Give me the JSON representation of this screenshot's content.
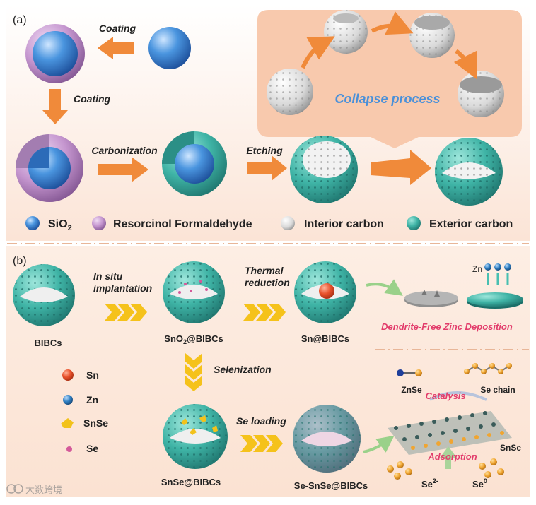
{
  "panel_a": {
    "label": "(a)",
    "step_coating_1": "Coating",
    "step_coating_2": "Coating",
    "step_carbonization": "Carbonization",
    "step_etching": "Etching",
    "collapse_label": "Collapse process",
    "legend": [
      {
        "label": "SiO",
        "sub": "2",
        "color": "#3e8ad6"
      },
      {
        "label": "Resorcinol Formaldehyde",
        "sub": "",
        "color": "#c596cf"
      },
      {
        "label": "Interior carbon",
        "sub": "",
        "color": "#eeeeee"
      },
      {
        "label": "Exterior carbon",
        "sub": "",
        "color": "#48bfb1"
      }
    ]
  },
  "panel_b": {
    "label": "(b)",
    "bibcs": "BIBCs",
    "step_in_situ_1": "In situ",
    "step_in_situ_2": "implantation",
    "sno2_pre": "SnO",
    "sno2_sub": "2",
    "sno2_post": "@BIBCs",
    "step_thermal_1": "Thermal",
    "step_thermal_2": "reduction",
    "sn_bibcs": "Sn@BIBCs",
    "zn_label": "Zn",
    "dendrite_free": "Dendrite-Free Zinc Deposition",
    "step_selenization": "Selenization",
    "snse_bibcs": "SnSe@BIBCs",
    "step_se_loading": "Se loading",
    "se_snse_bibcs": "Se-SnSe@BIBCs",
    "legend": [
      {
        "label": "Sn",
        "color": "#e8502a"
      },
      {
        "label": "Zn",
        "color": "#2f7fc2"
      },
      {
        "label": "SnSe",
        "color": "#f2c21b"
      },
      {
        "label": "Se",
        "color": "#d45a9a"
      }
    ],
    "znse": "ZnSe",
    "catalysis": "Catalysis",
    "se_chain": "Se chain",
    "adsorption": "Adsorption",
    "snse": "SnSe",
    "se2_base": "Se",
    "se2_sup": "2-",
    "se0_base": "Se",
    "se0_sup": "0"
  },
  "watermark": "大数跨境"
}
